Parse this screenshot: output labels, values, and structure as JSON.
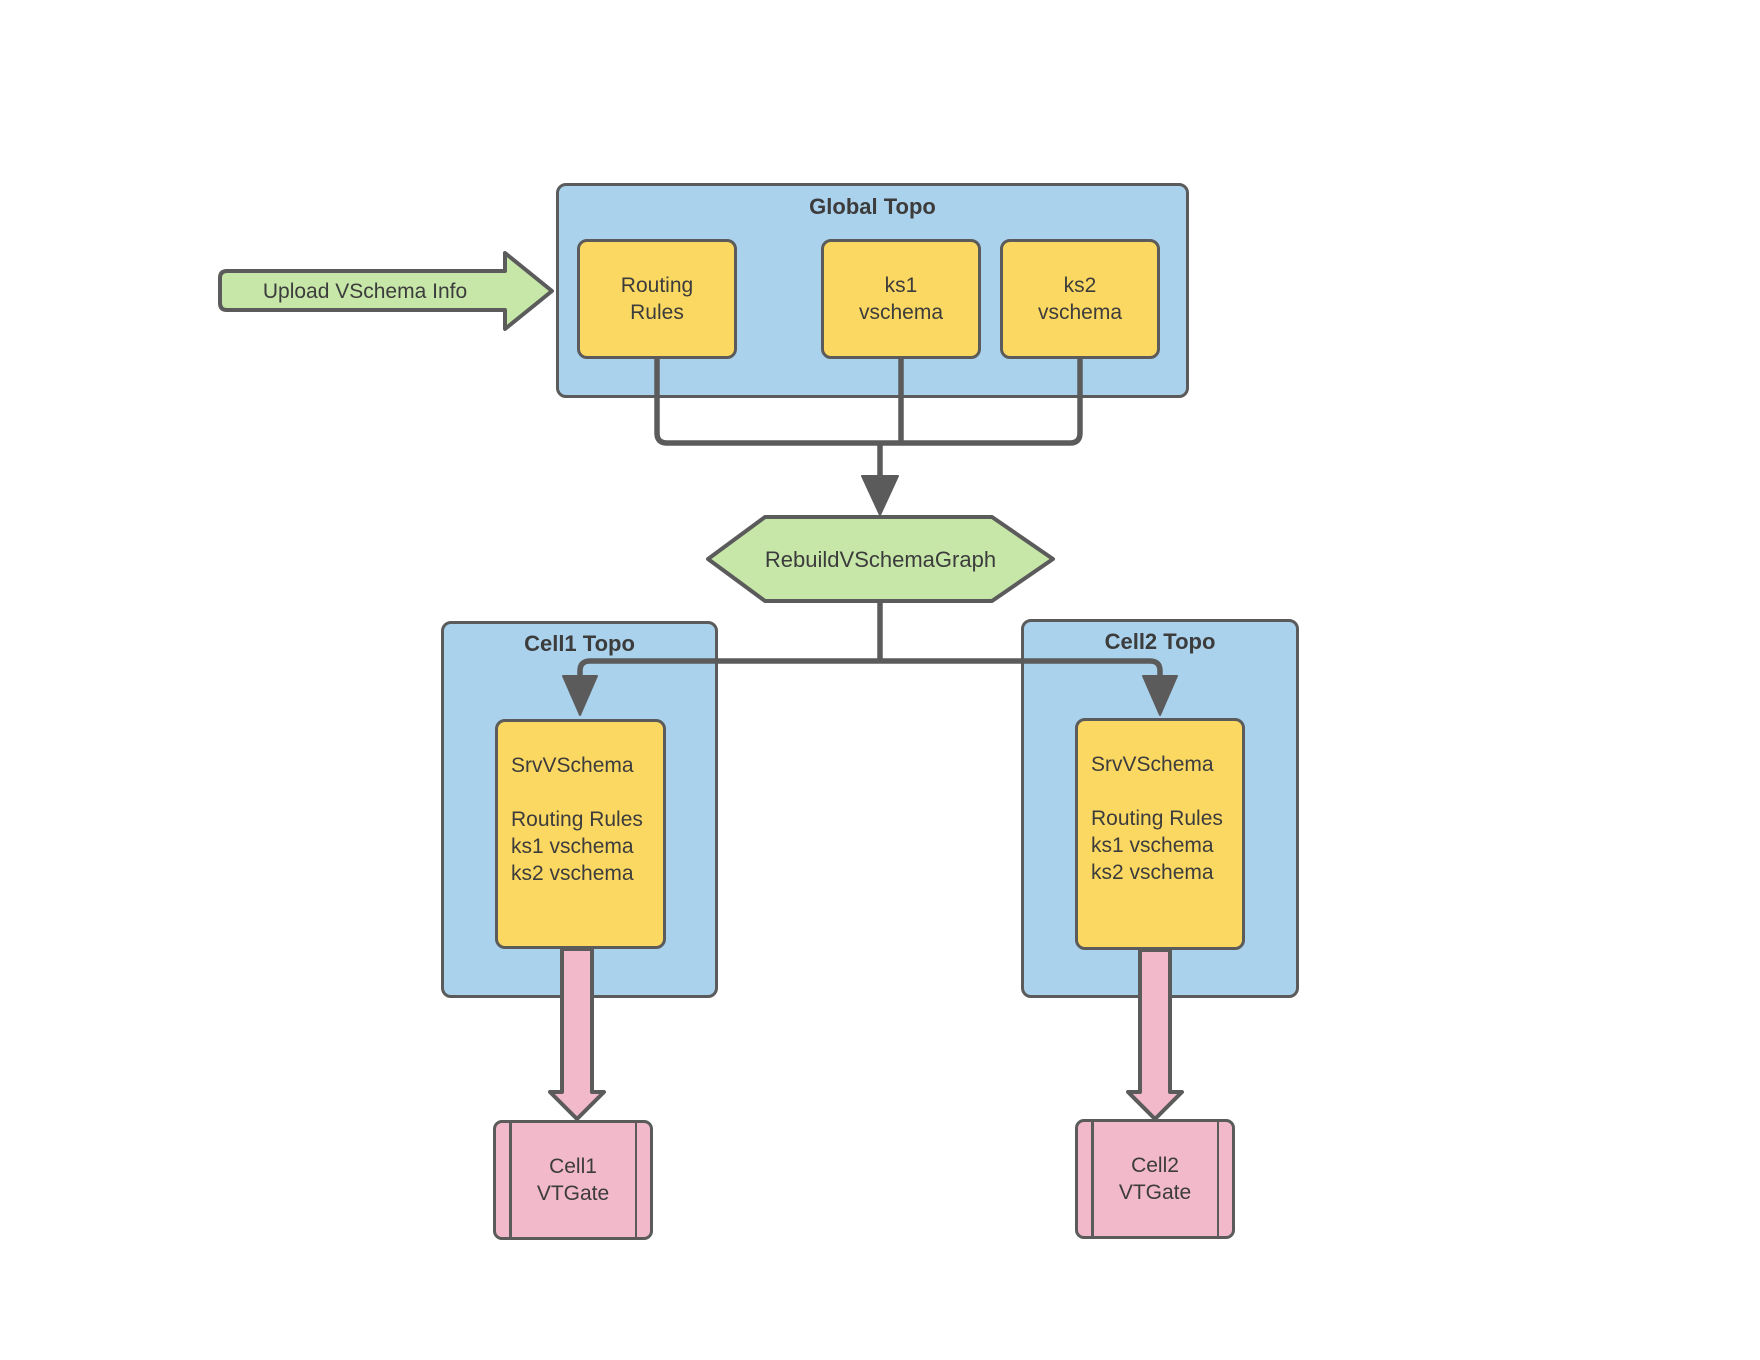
{
  "colors": {
    "canvas_bg": "#FFFFFF",
    "blue_fill": "#ABD2EC",
    "yellow_fill": "#FBD862",
    "green_fill": "#C7E7A9",
    "pink_fill": "#F2B9CB",
    "line_stroke": "#5B5B5B",
    "text": "#3C3C3C"
  },
  "upload_arrow": {
    "label": "Upload VSchema Info"
  },
  "global_topo": {
    "title": "Global Topo",
    "nodes": [
      {
        "id": "routing-rules",
        "lines": [
          "Routing",
          "Rules"
        ]
      },
      {
        "id": "ks1-vschema",
        "lines": [
          "ks1",
          "vschema"
        ]
      },
      {
        "id": "ks2-vschema",
        "lines": [
          "ks2",
          "vschema"
        ]
      }
    ]
  },
  "rebuild_step": {
    "label": "RebuildVSchemaGraph"
  },
  "cells": [
    {
      "title": "Cell1 Topo",
      "srv_lines": [
        "SrvVSchema",
        "",
        "Routing Rules",
        "ks1 vschema",
        "ks2 vschema"
      ],
      "vtgate_lines": [
        "Cell1",
        "VTGate"
      ]
    },
    {
      "title": "Cell2 Topo",
      "srv_lines": [
        "SrvVSchema",
        "",
        "Routing Rules",
        "ks1 vschema",
        "ks2 vschema"
      ],
      "vtgate_lines": [
        "Cell2",
        "VTGate"
      ]
    }
  ]
}
